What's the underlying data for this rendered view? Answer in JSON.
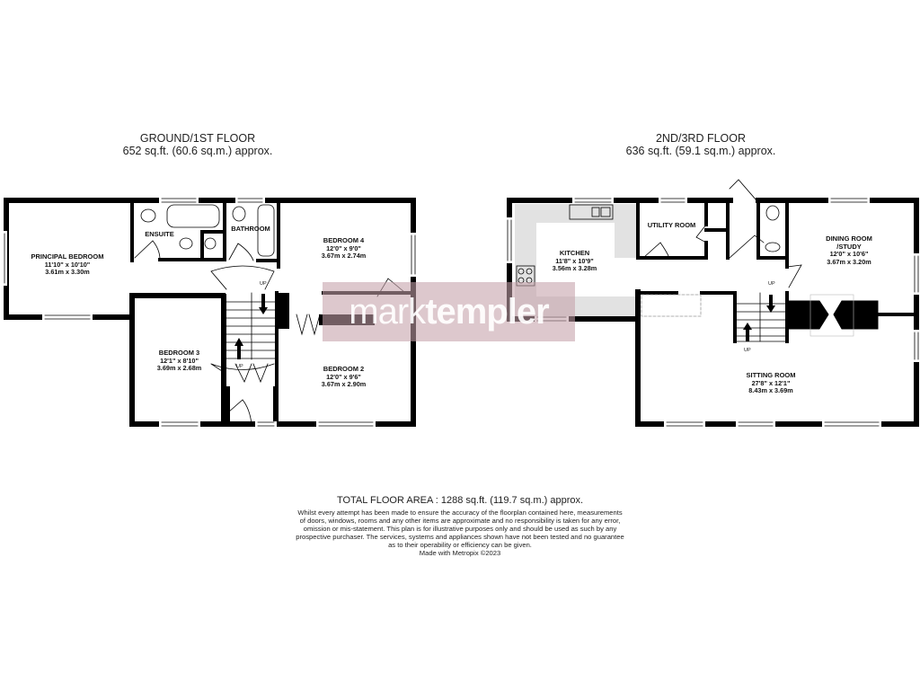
{
  "floors": [
    {
      "name": "GROUND/1ST FLOOR",
      "area": "652 sq.ft. (60.6 sq.m.) approx.",
      "rooms": [
        {
          "name": "PRINCIPAL BEDROOM",
          "imperial": "11'10\"  x 10'10\"",
          "metric": "3.61m  x 3.30m"
        },
        {
          "name": "ENSUITE"
        },
        {
          "name": "BATHROOM"
        },
        {
          "name": "BEDROOM 4",
          "imperial": "12'0\"  x 9'0\"",
          "metric": "3.67m  x 2.74m"
        },
        {
          "name": "BEDROOM 3",
          "imperial": "12'1\"  x 8'10\"",
          "metric": "3.69m  x 2.68m"
        },
        {
          "name": "BEDROOM 2",
          "imperial": "12'0\"  x 9'6\"",
          "metric": "3.67m  x 2.90m"
        }
      ],
      "stair_labels": [
        "UP",
        "UP"
      ]
    },
    {
      "name": "2ND/3RD FLOOR",
      "area": "636 sq.ft. (59.1 sq.m.) approx.",
      "rooms": [
        {
          "name": "KITCHEN",
          "imperial": "11'8\"  x 10'9\"",
          "metric": "3.56m  x 3.28m"
        },
        {
          "name": "UTILITY ROOM"
        },
        {
          "name": "DINING ROOM",
          "name2": "/STUDY",
          "imperial": "12'0\"  x 10'6\"",
          "metric": "3.67m  x 3.20m"
        },
        {
          "name": "SITTING ROOM",
          "imperial": "27'8\"  x 12'1\"",
          "metric": "8.43m  x 3.69m"
        }
      ],
      "stair_labels": [
        "UP",
        "UP"
      ]
    }
  ],
  "watermark": {
    "part1": "mark",
    "part2": "templer",
    "color": "#c4a0a8"
  },
  "footer": {
    "total": "TOTAL FLOOR AREA : 1288 sq.ft. (119.7 sq.m.) approx.",
    "disclaimer": [
      "Whilst every attempt has been made to ensure the accuracy of the floorplan contained here, measurements",
      "of doors, windows, rooms and any other items are approximate and no responsibility is taken for any error,",
      "omission or mis-statement. This plan is for illustrative purposes only and should be used as such by any",
      "prospective purchaser. The services, systems and appliances shown have not been tested and no guarantee",
      "as to their operability or efficiency can be given."
    ],
    "credit": "Made with Metropix ©2023"
  }
}
